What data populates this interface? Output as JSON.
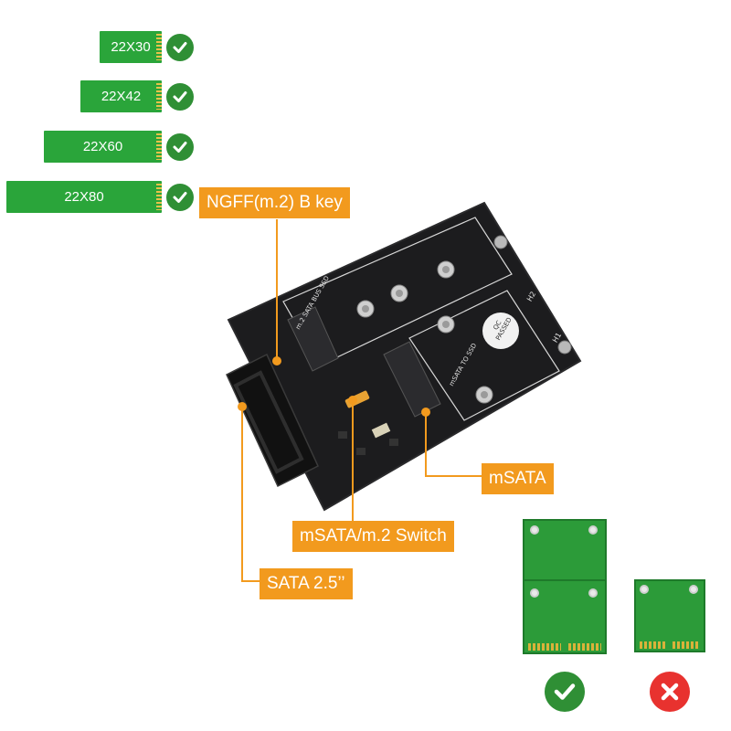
{
  "ssd_sizes": [
    {
      "label": "22X30"
    },
    {
      "label": "22X42"
    },
    {
      "label": "22X60"
    },
    {
      "label": "22X80"
    }
  ],
  "callouts": {
    "ngff": "NGFF(m.2) B key",
    "msata": "mSATA",
    "switch": "mSATA/m.2 Switch",
    "sata": "SATA 2.5’’"
  },
  "board": {
    "qc_top": "QC",
    "qc_bottom": "PASSED",
    "m2_text": "m.2 SATA BUS SSD",
    "msata_text": "mSATA TO SSD",
    "h2": "H2",
    "h1": "H1"
  },
  "colors": {
    "accent": "#f29a1e",
    "ssd_green": "#2aa53a",
    "check_green": "#2f8f35",
    "error_red": "#e8322f"
  },
  "icons": [
    "check-icon",
    "error-x-icon"
  ]
}
